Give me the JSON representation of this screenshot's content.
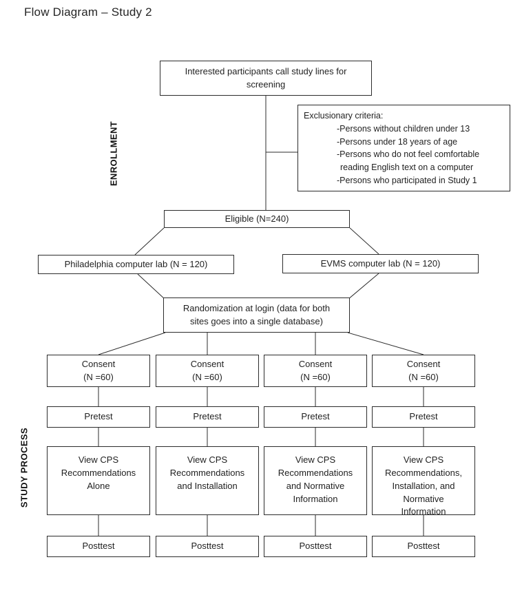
{
  "title": "Flow Diagram – Study 2",
  "section_labels": {
    "enrollment": "ENROLLMENT",
    "study_process": "STUDY PROCESS"
  },
  "enrollment": {
    "screening_box": {
      "lines": [
        "Interested participants call study lines for",
        "screening"
      ]
    },
    "exclusion_box": {
      "heading": "Exclusionary criteria:",
      "lines": [
        "-Persons without children under 13",
        "-Persons under 18 years of age",
        "-Persons who do not feel comfortable",
        "reading English text on a computer",
        "-Persons who participated in Study 1"
      ]
    },
    "eligible_box": "Eligible (N=240)",
    "philadelphia_box": "Philadelphia computer lab (N = 120)",
    "evms_box": "EVMS computer lab (N = 120)",
    "randomization_box": {
      "lines": [
        "Randomization at login (data for both",
        "sites goes into a single database)"
      ]
    }
  },
  "study_process": {
    "columns": [
      {
        "consent": [
          "Consent",
          "(N =60)"
        ],
        "pretest": "Pretest",
        "view": [
          "View CPS",
          "Recommendations",
          "Alone"
        ],
        "posttest": "Posttest"
      },
      {
        "consent": [
          "Consent",
          "(N =60)"
        ],
        "pretest": "Pretest",
        "view": [
          "View CPS",
          "Recommendations",
          "and Installation"
        ],
        "posttest": "Posttest"
      },
      {
        "consent": [
          "Consent",
          "(N =60)"
        ],
        "pretest": "Pretest",
        "view": [
          "View CPS",
          "Recommendations",
          "and Normative",
          "Information"
        ],
        "posttest": "Posttest"
      },
      {
        "consent": [
          "Consent",
          "(N =60)"
        ],
        "pretest": "Pretest",
        "view": [
          "View CPS",
          "Recommendations,",
          "Installation, and",
          "Normative",
          "Information"
        ],
        "posttest": "Posttest"
      }
    ]
  },
  "colors": {
    "line": "#2b2b2b",
    "text": "#1f1f1f",
    "background": "#ffffff"
  }
}
